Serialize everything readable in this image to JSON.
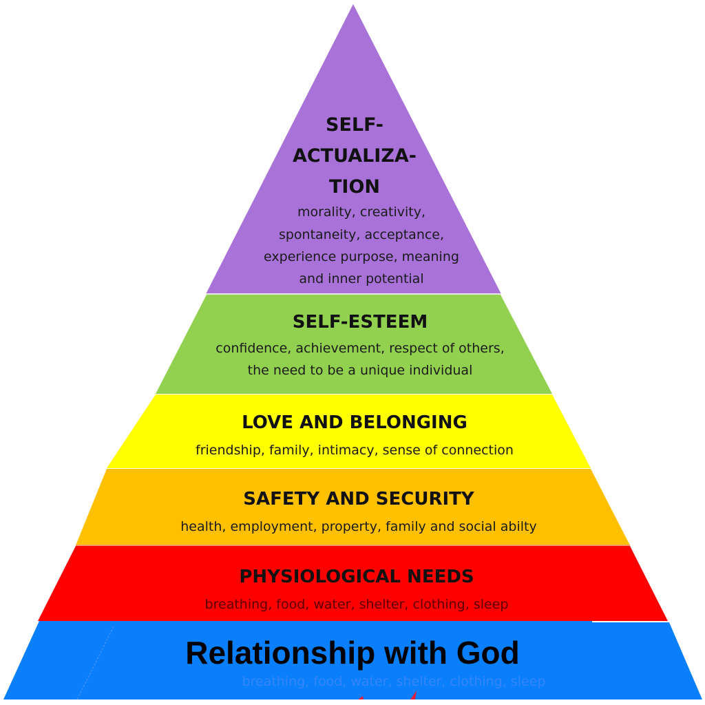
{
  "diagram": {
    "type": "pyramid",
    "title": "Hierarchy of needs with Relationship with God foundation",
    "levels": [
      {
        "id": "self-actualization",
        "title_lines": [
          "SELF-",
          "ACTUALIZA-",
          "TION"
        ],
        "description_lines": [
          "morality, creativity,",
          "spontaneity, acceptance,",
          "experience purpose, meaning",
          "and inner potential"
        ],
        "color": "#a872d8"
      },
      {
        "id": "self-esteem",
        "title_lines": [
          "SELF-ESTEEM"
        ],
        "description_lines": [
          "confidence, achievement, respect of others,",
          "the need to be a unique individual"
        ],
        "color": "#92d050"
      },
      {
        "id": "love-and-belonging",
        "title_lines": [
          "LOVE AND BELONGING"
        ],
        "description_lines": [
          "friendship, family, intimacy, sense of connection"
        ],
        "color": "#ffff00"
      },
      {
        "id": "safety-and-security",
        "title_lines": [
          "SAFETY AND SECURITY"
        ],
        "description_lines": [
          "health, employment, property, family and social abilty"
        ],
        "color": "#ffc000"
      },
      {
        "id": "physiological-needs",
        "title_lines": [
          "PHYSIOLOGICAL NEEDS"
        ],
        "description_lines": [
          "breathing, food, water, shelter, clothing, sleep"
        ],
        "color": "#ff0000"
      },
      {
        "id": "relationship-with-god",
        "title_lines": [
          "Relationship with God"
        ],
        "description_lines": [
          "breathing, food, water, shelter, clothing, sleep"
        ],
        "color": "#0a7ffc"
      }
    ]
  }
}
